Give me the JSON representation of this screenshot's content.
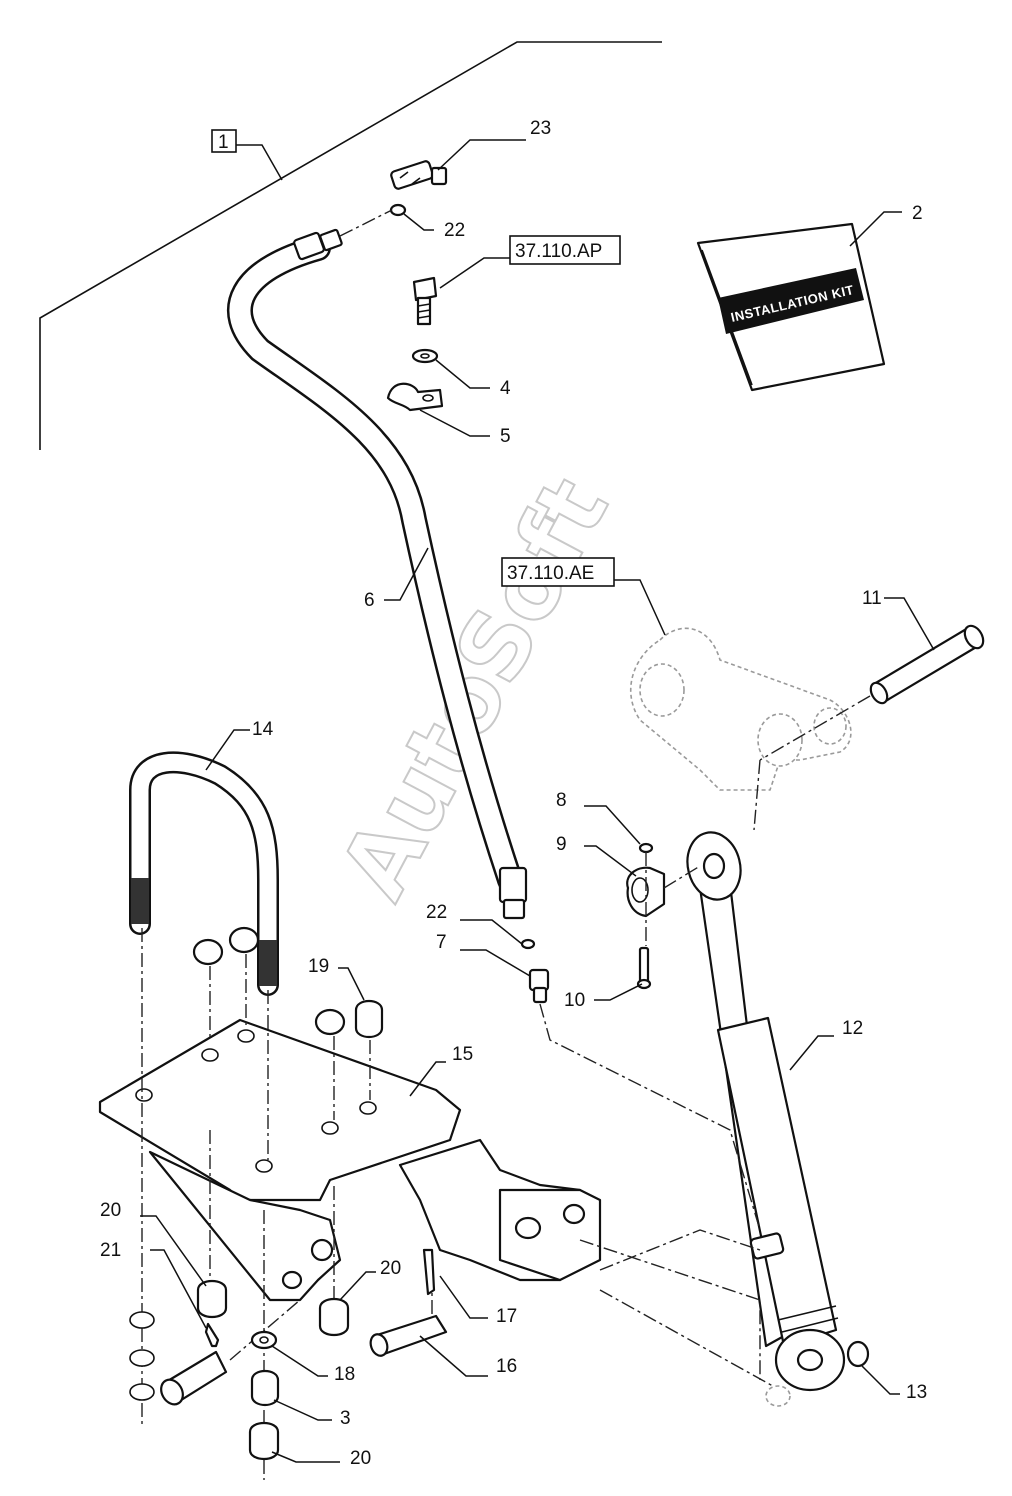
{
  "diagram": {
    "section_ref_label": "1",
    "reference_boxes": {
      "hose_connection": "37.110.AP",
      "lift_arm": "37.110.AE"
    },
    "kit_manual_text": "INSTALLATION KIT",
    "watermark": "AutoSoft",
    "callouts": {
      "c2": "2",
      "c23": "23",
      "c22a": "22",
      "c4": "4",
      "c5": "5",
      "c6": "6",
      "c11": "11",
      "c14": "14",
      "c8": "8",
      "c9": "9",
      "c22b": "22",
      "c7": "7",
      "c10": "10",
      "c19": "19",
      "c15": "15",
      "c12": "12",
      "c20a": "20",
      "c21": "21",
      "c20b": "20",
      "c17": "17",
      "c16": "16",
      "c18": "18",
      "c13": "13",
      "c3": "3",
      "c20c": "20"
    }
  }
}
